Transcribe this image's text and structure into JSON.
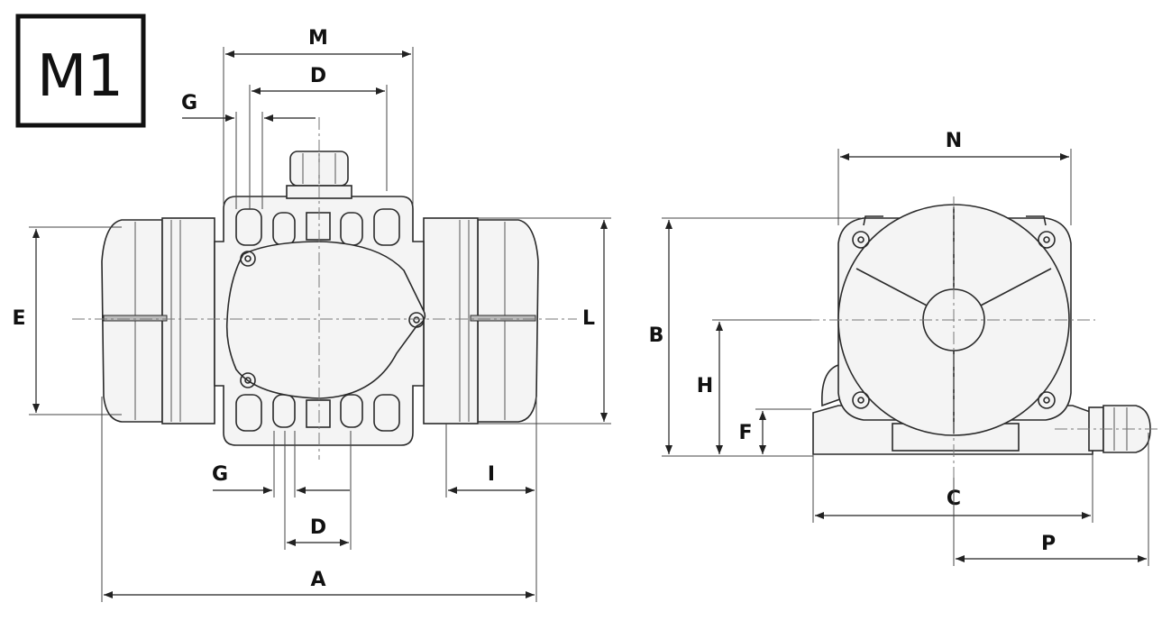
{
  "badge": {
    "text": "M1"
  },
  "labels": {
    "M": "M",
    "D_top": "D",
    "G_top": "G",
    "E": "E",
    "L": "L",
    "G_bottom": "G",
    "I": "I",
    "D_bottom": "D",
    "A": "A",
    "N": "N",
    "B": "B",
    "H": "H",
    "F": "F",
    "C": "C",
    "P": "P"
  },
  "colors": {
    "line": "#222222",
    "body": "#f4f4f4",
    "background": "#ffffff"
  }
}
